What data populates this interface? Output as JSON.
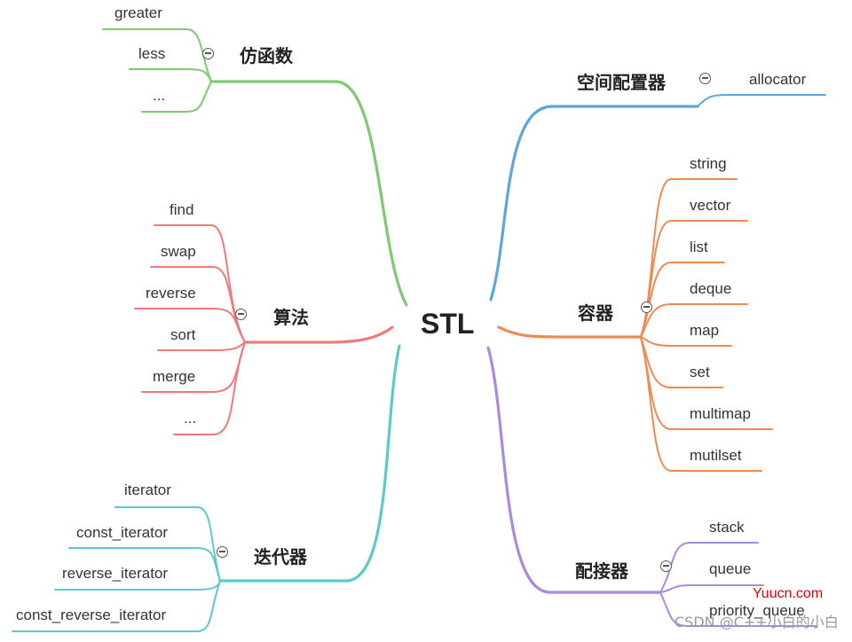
{
  "root": {
    "label": "STL"
  },
  "branches": {
    "functor": {
      "label": "仿函数",
      "color": "#7ccb6e",
      "items": [
        "greater",
        "less",
        "..."
      ]
    },
    "algorithm": {
      "label": "算法",
      "color": "#ef7a7a",
      "items": [
        "find",
        "swap",
        "reverse",
        "sort",
        "merge",
        "..."
      ]
    },
    "iterator": {
      "label": "迭代器",
      "color": "#5cc9cc",
      "items": [
        "iterator",
        "const_iterator",
        "reverse_iterator",
        "const_reverse_iterator"
      ]
    },
    "allocator": {
      "label": "空间配置器",
      "color": "#5ca6dc",
      "items": [
        "allocator"
      ]
    },
    "container": {
      "label": "容器",
      "color": "#f18a52",
      "items": [
        "string",
        "vector",
        "list",
        "deque",
        "map",
        "set",
        "multimap",
        "mutilset"
      ]
    },
    "adapter": {
      "label": "配接器",
      "color": "#a98ae0",
      "items": [
        "stack",
        "queue",
        "priority_queue"
      ]
    }
  },
  "collapse_icon": "minus-circle-icon",
  "watermark": {
    "site": "Yuucn.com",
    "author": "CSDN @C++小白的小白"
  }
}
